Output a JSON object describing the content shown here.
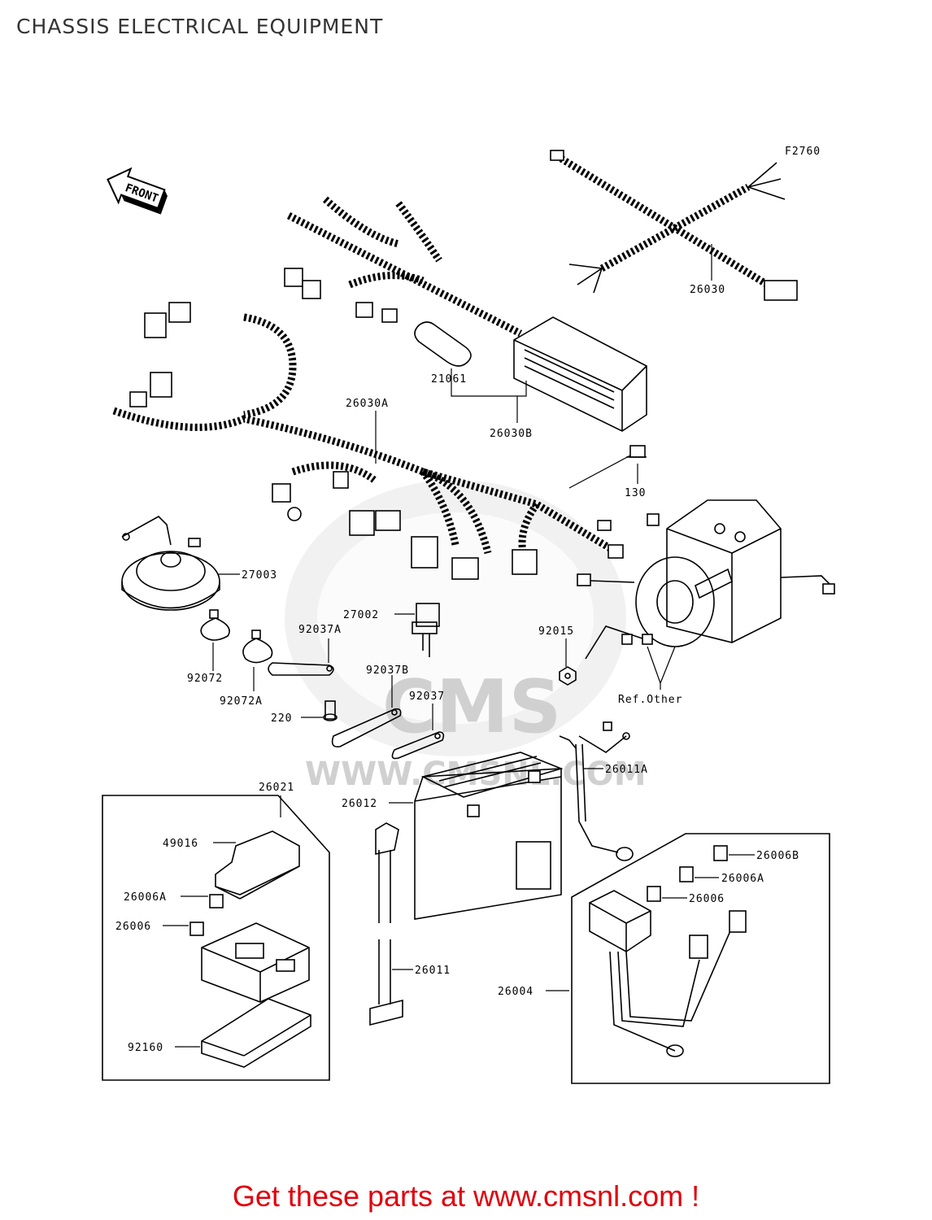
{
  "header": {
    "title": "CHASSIS ELECTRICAL EQUIPMENT"
  },
  "diagram": {
    "figure_code": "F2760",
    "front_label": "FRONT",
    "watermark": {
      "brand": "CMS",
      "url": "WWW.CMSNL.COM"
    },
    "callouts": {
      "c26030": "26030",
      "c21061": "21061",
      "c26030A": "26030A",
      "c26030B": "26030B",
      "c130": "130",
      "c27003": "27003",
      "c27002": "27002",
      "c92037A": "92037A",
      "c92015": "92015",
      "c92072": "92072",
      "c92037B": "92037B",
      "c92072A": "92072A",
      "c92037": "92037",
      "c220": "220",
      "cRefOther": "Ref.Other",
      "c26011A": "26011A",
      "c26021": "26021",
      "c26012": "26012",
      "c49016": "49016",
      "c26006B": "26006B",
      "c26006A_right": "26006A",
      "c26006A_left": "26006A",
      "c26006_right": "26006",
      "c26006_left": "26006",
      "c26011": "26011",
      "c26004": "26004",
      "c92160": "92160"
    }
  },
  "footer": {
    "text": "Get these parts at www.cmsnl.com !"
  }
}
